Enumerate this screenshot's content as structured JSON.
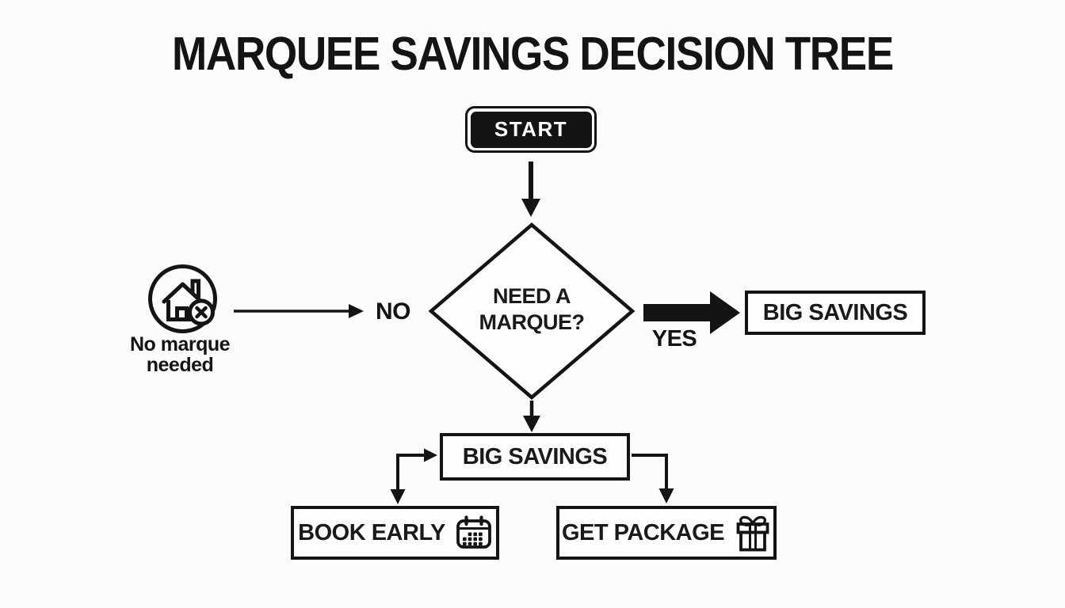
{
  "background": "#fcfcfc",
  "ink": "#141414",
  "title": "MARQUEE SAVINGS DECISION TREE",
  "flow": {
    "start": {
      "label": "START"
    },
    "decision": {
      "question": "NEED A\nMARQUE?"
    },
    "no_branch": {
      "label": "NO",
      "icon": "house-x-icon",
      "caption": "No marque\nneeded"
    },
    "yes_branch": {
      "label": "YES",
      "outcome": "BIG SAVINGS"
    },
    "savings_node": {
      "label": "BIG SAVINGS"
    },
    "tips": [
      {
        "label": "BOOK EARLY",
        "icon": "calendar-icon"
      },
      {
        "label": "GET PACKAGE",
        "icon": "gift-icon"
      }
    ]
  }
}
